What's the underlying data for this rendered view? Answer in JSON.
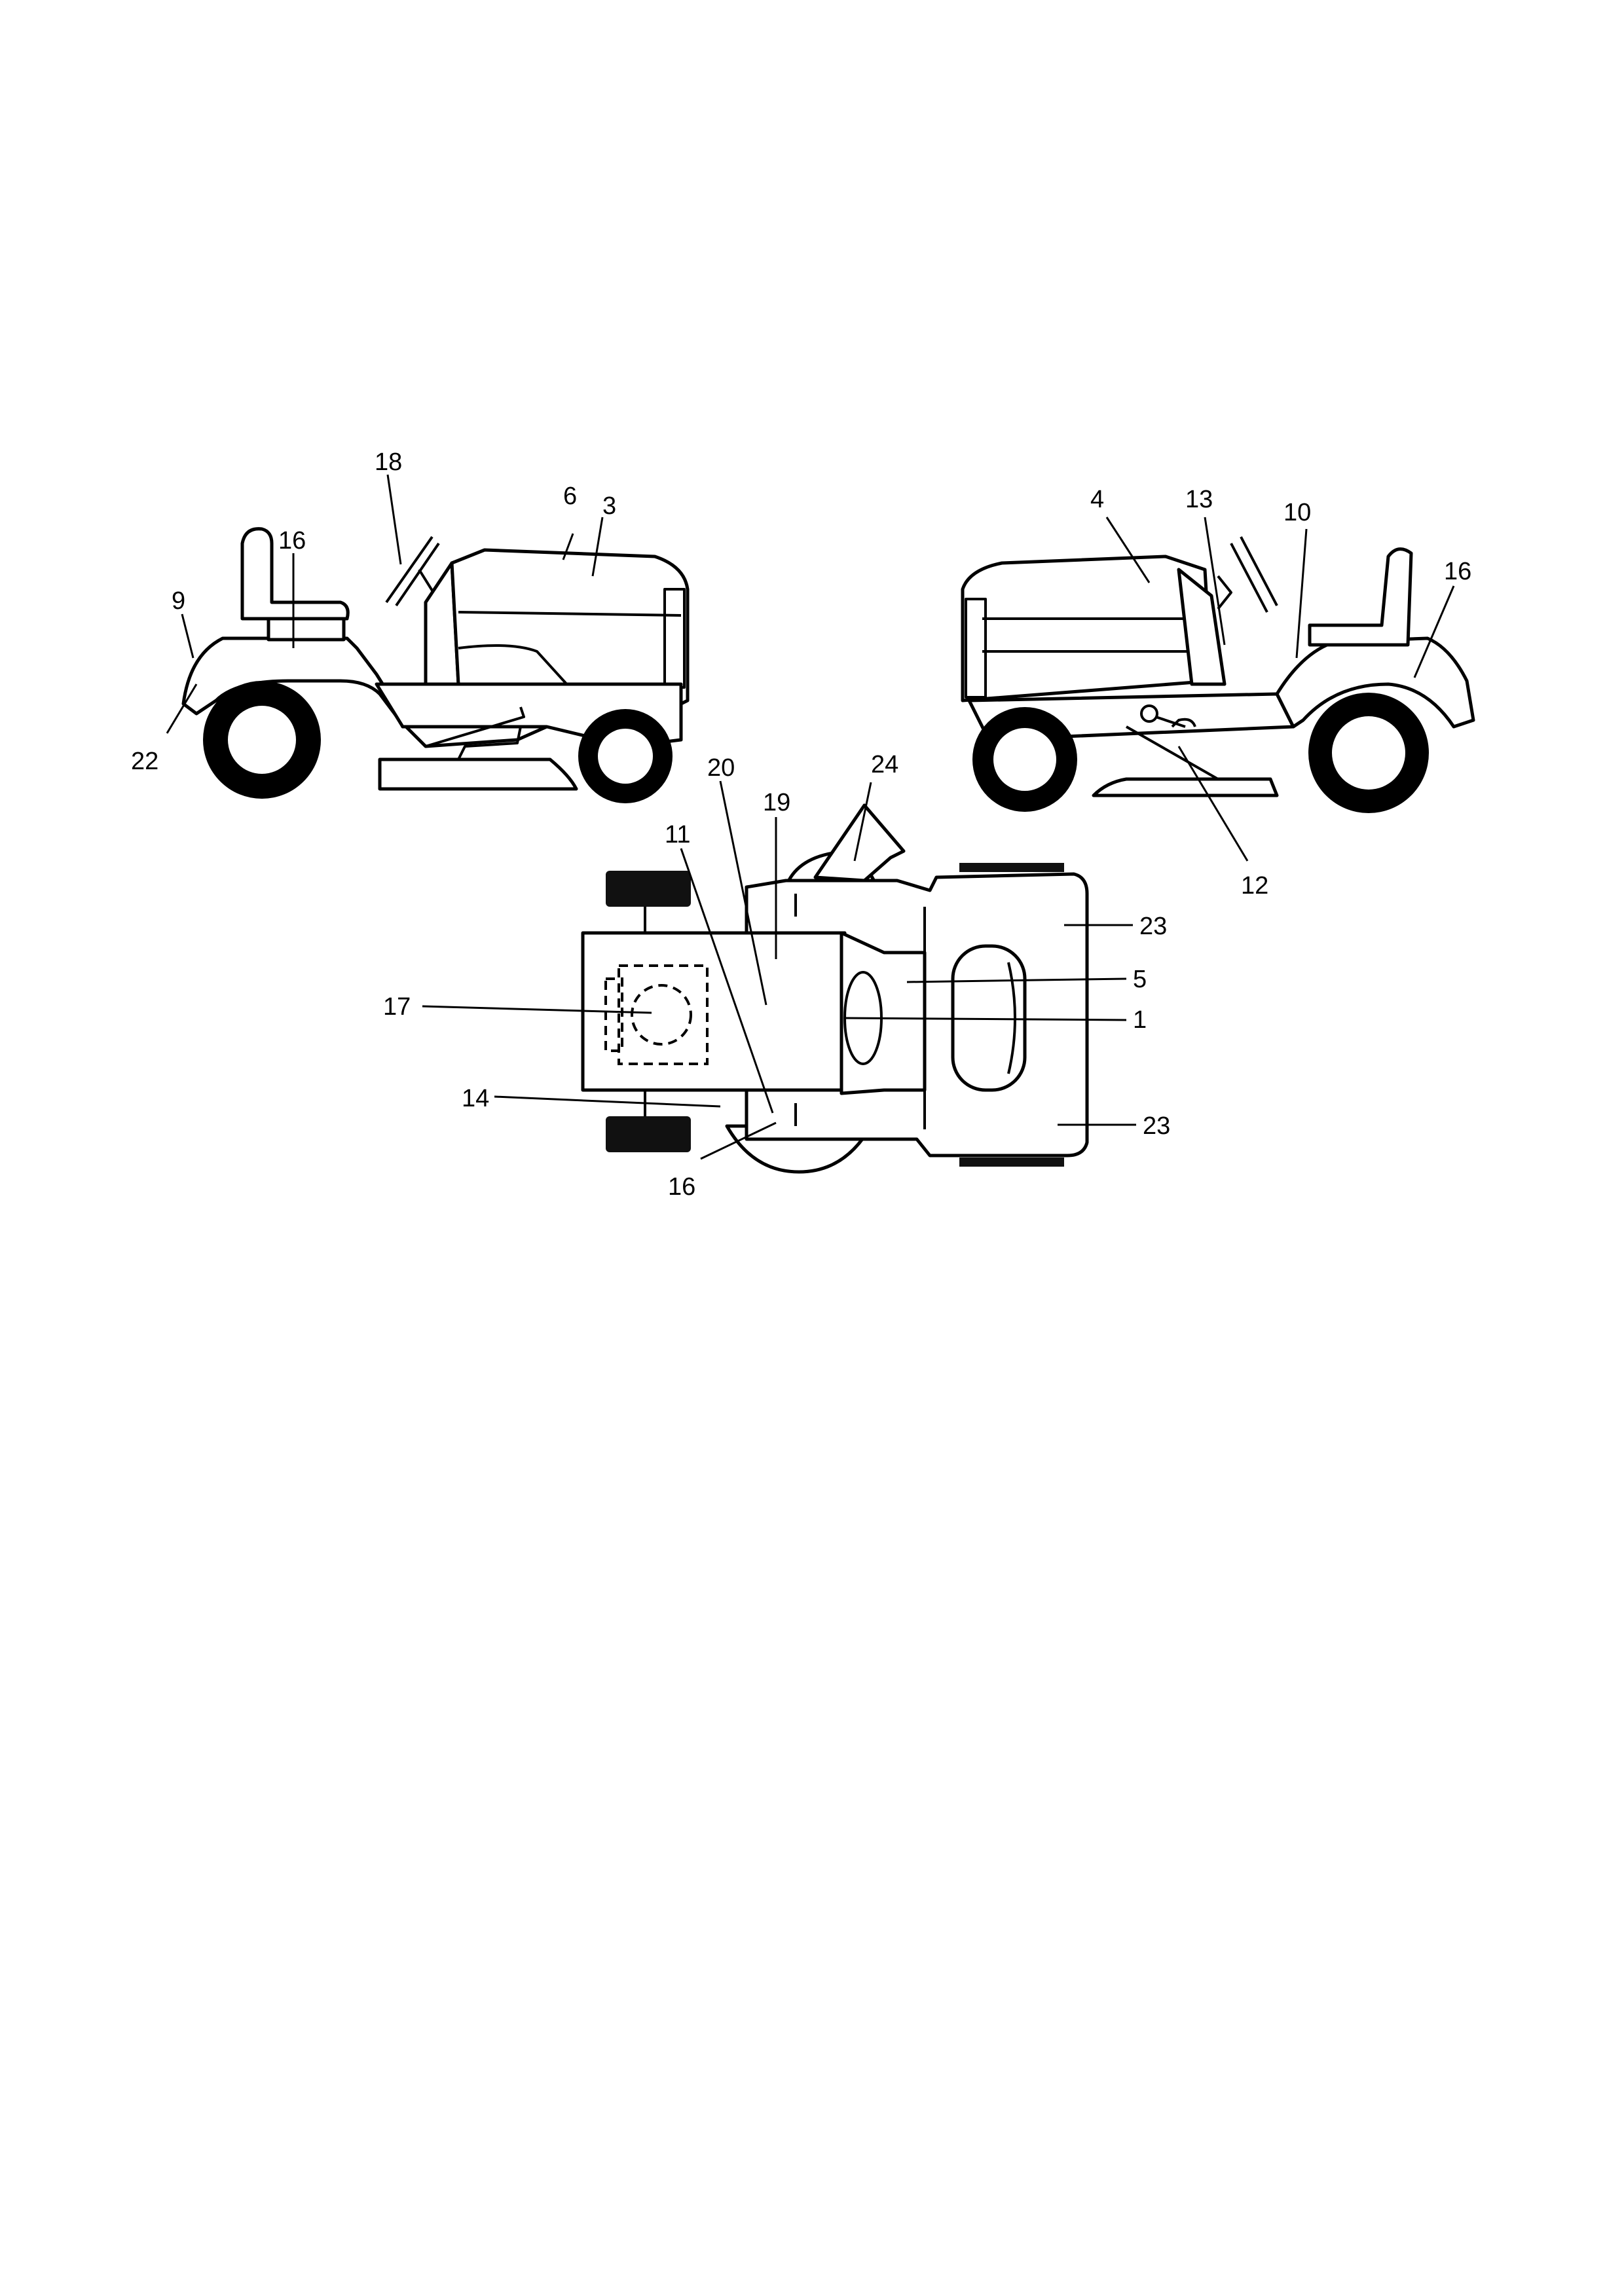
{
  "views": {
    "left_side": {
      "callouts": {
        "c18": "18",
        "c6": "6",
        "c3": "3",
        "c16": "16",
        "c9": "9",
        "c22": "22"
      }
    },
    "right_side": {
      "callouts": {
        "c4": "4",
        "c13": "13",
        "c10": "10",
        "c16": "16",
        "c12": "12"
      }
    },
    "top": {
      "callouts": {
        "c20": "20",
        "c19": "19",
        "c24": "24",
        "c11": "11",
        "c17": "17",
        "c14": "14",
        "c16": "16",
        "c23a": "23",
        "c5": "5",
        "c1": "1",
        "c23b": "23"
      }
    }
  }
}
